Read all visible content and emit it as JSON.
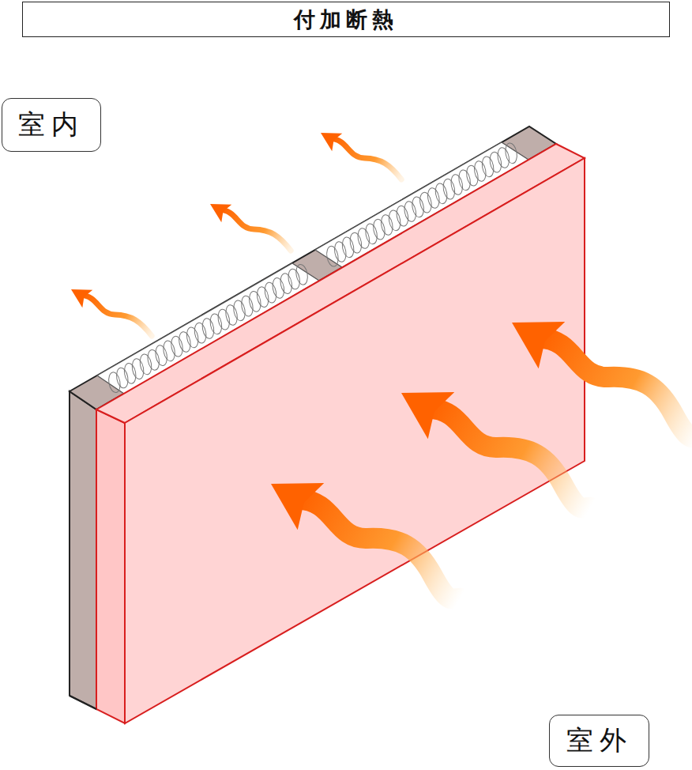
{
  "diagram": {
    "title": "付加断熱",
    "nodes": [
      {
        "text": [
          "室内"
        ]
      },
      {
        "text": [
          "室外"
        ]
      }
    ]
  }
}
